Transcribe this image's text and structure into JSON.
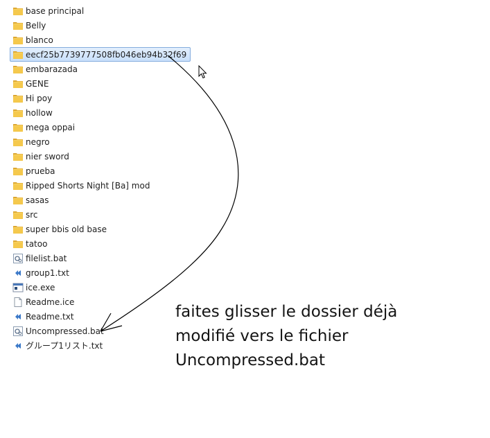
{
  "items": [
    {
      "label": "base principal",
      "type": "folder"
    },
    {
      "label": "Belly",
      "type": "folder"
    },
    {
      "label": "blanco",
      "type": "folder"
    },
    {
      "label": "eecf25b7739777508fb046eb94b32f69",
      "type": "folder",
      "selected": true
    },
    {
      "label": "embarazada",
      "type": "folder"
    },
    {
      "label": "GENE",
      "type": "folder"
    },
    {
      "label": "Hi poy",
      "type": "folder"
    },
    {
      "label": "hollow",
      "type": "folder"
    },
    {
      "label": "mega oppai",
      "type": "folder"
    },
    {
      "label": "negro",
      "type": "folder"
    },
    {
      "label": "nier sword",
      "type": "folder"
    },
    {
      "label": "prueba",
      "type": "folder"
    },
    {
      "label": "Ripped Shorts Night [Ba] mod",
      "type": "folder"
    },
    {
      "label": "sasas",
      "type": "folder"
    },
    {
      "label": "src",
      "type": "folder"
    },
    {
      "label": "super bbis old base",
      "type": "folder"
    },
    {
      "label": "tatoo",
      "type": "folder"
    },
    {
      "label": "filelist.bat",
      "type": "bat"
    },
    {
      "label": "group1.txt",
      "type": "txt"
    },
    {
      "label": "ice.exe",
      "type": "exe"
    },
    {
      "label": "Readme.ice",
      "type": "blank"
    },
    {
      "label": "Readme.txt",
      "type": "txt"
    },
    {
      "label": "Uncompressed.bat",
      "type": "bat"
    },
    {
      "label": "グループ1リスト.txt",
      "type": "txt"
    }
  ],
  "annotation": {
    "lines": [
      "faites glisser le dossier déjà",
      "modifié vers le fichier",
      "Uncompressed.bat"
    ]
  },
  "colors": {
    "folder": "#f4c84a",
    "selection": "#cde3fb",
    "arrow": "#000000"
  }
}
